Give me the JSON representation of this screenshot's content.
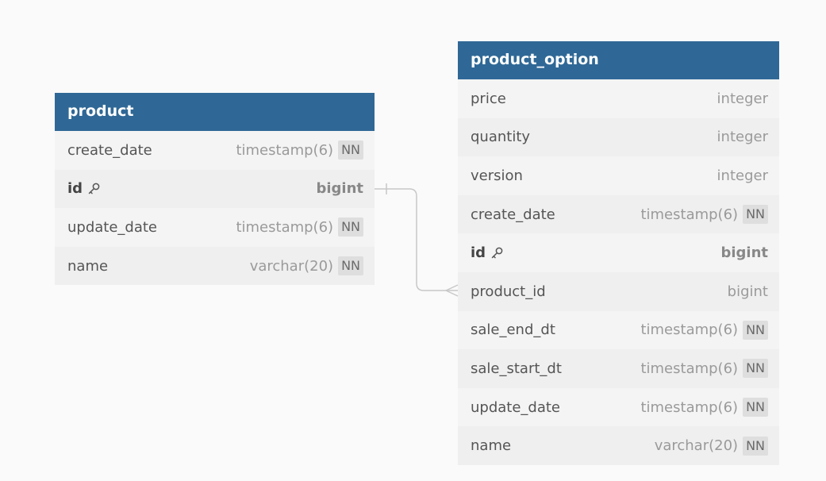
{
  "tables": {
    "product": {
      "title": "product",
      "columns": [
        {
          "name": "create_date",
          "type": "timestamp(6)",
          "nn": "NN"
        },
        {
          "name": "id",
          "type": "bigint",
          "pk": true,
          "icon": "key-icon"
        },
        {
          "name": "update_date",
          "type": "timestamp(6)",
          "nn": "NN"
        },
        {
          "name": "name",
          "type": "varchar(20)",
          "nn": "NN"
        }
      ]
    },
    "product_option": {
      "title": "product_option",
      "columns": [
        {
          "name": "price",
          "type": "integer"
        },
        {
          "name": "quantity",
          "type": "integer"
        },
        {
          "name": "version",
          "type": "integer"
        },
        {
          "name": "create_date",
          "type": "timestamp(6)",
          "nn": "NN"
        },
        {
          "name": "id",
          "type": "bigint",
          "pk": true,
          "icon": "key-icon"
        },
        {
          "name": "product_id",
          "type": "bigint"
        },
        {
          "name": "sale_end_dt",
          "type": "timestamp(6)",
          "nn": "NN"
        },
        {
          "name": "sale_start_dt",
          "type": "timestamp(6)",
          "nn": "NN"
        },
        {
          "name": "update_date",
          "type": "timestamp(6)",
          "nn": "NN"
        },
        {
          "name": "name",
          "type": "varchar(20)",
          "nn": "NN"
        }
      ]
    }
  },
  "relationship": {
    "from": "product.id",
    "to": "product_option.product_id",
    "from_cardinality": "one",
    "to_cardinality": "many"
  },
  "colors": {
    "header_bg": "#2f6896",
    "header_text": "#ffffff",
    "background": "#fafafa",
    "connector": "#c8c8c8"
  }
}
